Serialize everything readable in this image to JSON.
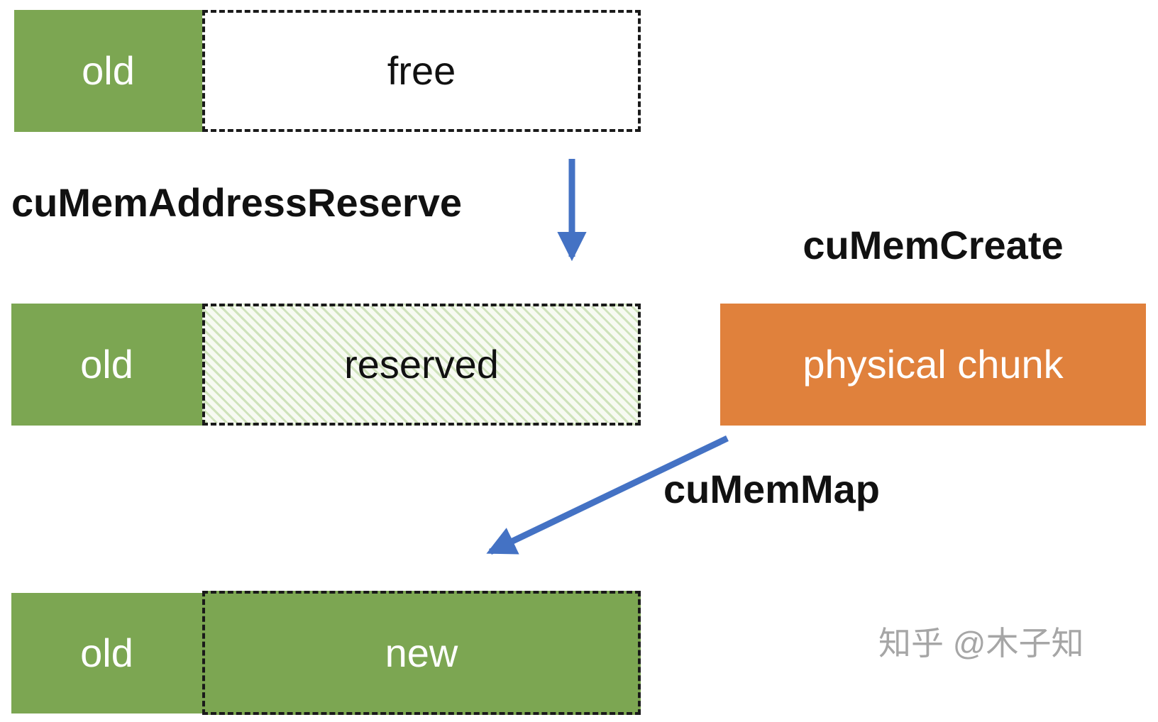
{
  "diagram": {
    "rows": [
      {
        "blocks": [
          {
            "label": "old"
          },
          {
            "label": "free"
          }
        ]
      },
      {
        "blocks": [
          {
            "label": "old"
          },
          {
            "label": "reserved"
          }
        ]
      },
      {
        "blocks": [
          {
            "label": "old"
          },
          {
            "label": "new"
          }
        ]
      }
    ],
    "physical_chunk": {
      "label": "physical chunk"
    },
    "api_labels": {
      "address_reserve": "cuMemAddressReserve",
      "mem_create": "cuMemCreate",
      "mem_map": "cuMemMap"
    },
    "arrows": [
      {
        "name": "reserve-arrow",
        "direction": "down"
      },
      {
        "name": "map-arrow",
        "direction": "down-left"
      }
    ]
  },
  "watermark": "知乎 @木子知",
  "colors": {
    "green": "#7CA652",
    "orange": "#E0813C",
    "blue": "#4472C4",
    "border": "#1A1A1A",
    "watermark": "#A6A6A6"
  }
}
